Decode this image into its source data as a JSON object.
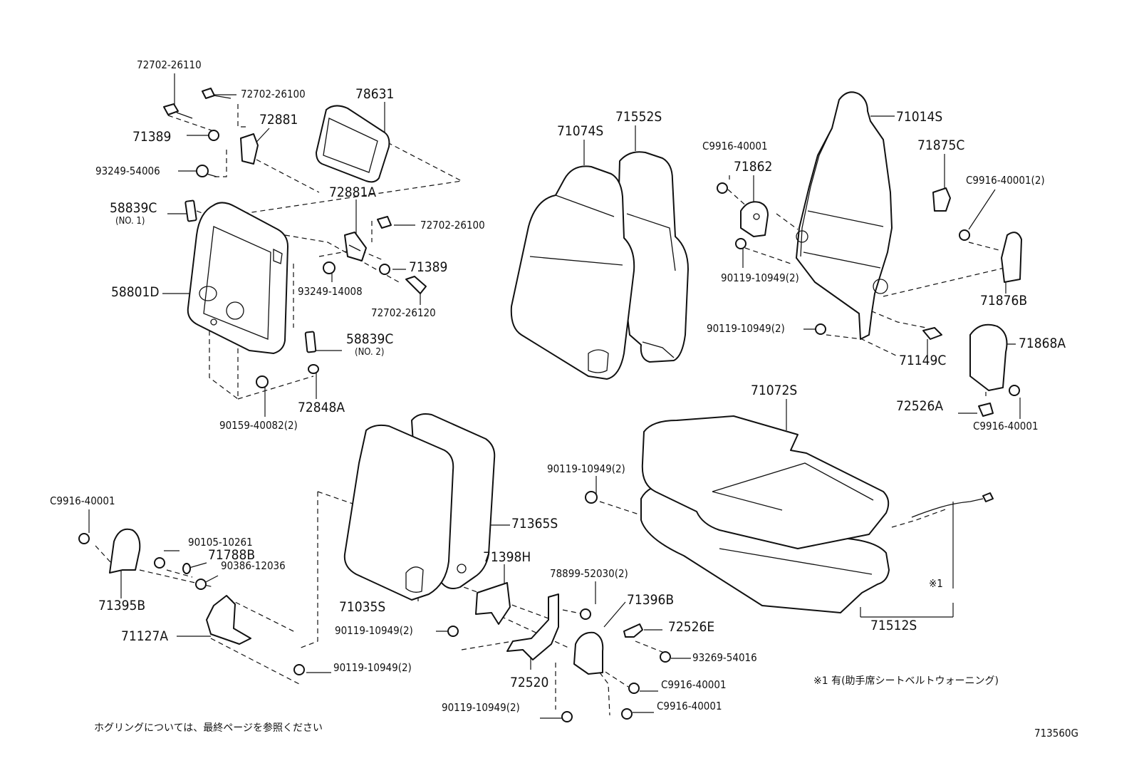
{
  "diagram_id": "713560G",
  "notes": {
    "hog_ring": "ホグリングについては、最終ページを参照ください",
    "seatbelt_warning": "※1 有(助手席シートベルトウォーニング)"
  },
  "parts": {
    "p_72702_26110": "72702-26110",
    "p_72702_26100_a": "72702-26100",
    "p_71389_a": "71389",
    "p_72881": "72881",
    "p_93249_54006": "93249-54006",
    "p_78631": "78631",
    "p_72881A": "72881A",
    "p_58839C_1": "58839C",
    "p_no1": "(NO. 1)",
    "p_72702_26100_b": "72702-26100",
    "p_71389_b": "71389",
    "p_58801D": "58801D",
    "p_93249_14008": "93249-14008",
    "p_72702_26120": "72702-26120",
    "p_58839C_2": "58839C",
    "p_no2": "(NO. 2)",
    "p_72848A": "72848A",
    "p_90159_40082": "90159-40082(2)",
    "p_71074S": "71074S",
    "p_71552S": "71552S",
    "p_71014S": "71014S",
    "p_C9916_40001_a": "C9916-40001",
    "p_71862": "71862",
    "p_71875C": "71875C",
    "p_C9916_40001_2a": "C9916-40001(2)",
    "p_90119_10949_a": "90119-10949(2)",
    "p_71876B": "71876B",
    "p_90119_10949_b": "90119-10949(2)",
    "p_71149C": "71149C",
    "p_71868A": "71868A",
    "p_71072S": "71072S",
    "p_72526A": "72526A",
    "p_C9916_40001_b": "C9916-40001",
    "p_90119_10949_c": "90119-10949(2)",
    "p_C9916_40001_c": "C9916-40001",
    "p_71365S": "71365S",
    "p_90105_10261": "90105-10261",
    "p_71788B": "71788B",
    "p_90386_12036": "90386-12036",
    "p_71398H": "71398H",
    "p_78899_52030": "78899-52030(2)",
    "p_71396B": "71396B",
    "p_71395B": "71395B",
    "p_71035S": "71035S",
    "p_72526E": "72526E",
    "p_71127A": "71127A",
    "p_90119_10949_d": "90119-10949(2)",
    "p_93269_54016": "93269-54016",
    "p_72520": "72520",
    "p_C9916_40001_d": "C9916-40001",
    "p_90119_10949_e": "90119-10949(2)",
    "p_C9916_40001_e": "C9916-40001",
    "p_90119_10949_f": "90119-10949(2)",
    "p_mark1": "※1",
    "p_71512S": "71512S"
  }
}
